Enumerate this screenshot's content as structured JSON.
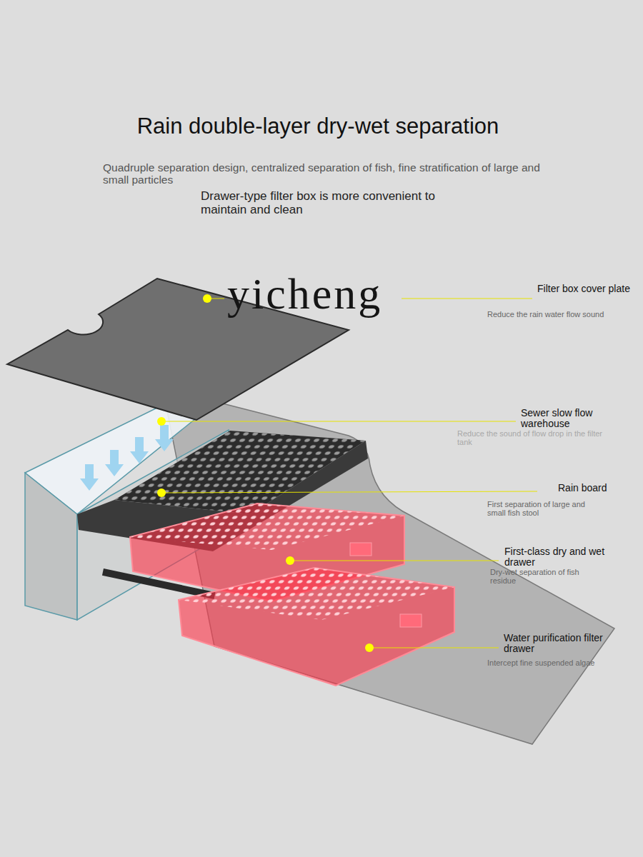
{
  "diagram": {
    "title": "Rain double-layer dry-wet separation",
    "labels": [
      "Quadruple separation design, centralized separation of fish, fine stratification of large and small particles",
      "Drawer-type filter box is more convenient to maintain and clean",
      "yicheng",
      "Filter box cover plate",
      "Reduce the rain water flow sound",
      "Sewer slow flow warehouse",
      "Reduce the sound of flow drop in the filter tank",
      "Rain board",
      "First separation of large and small fish stool",
      "First-class dry and wet drawer",
      "Dry-wet separation of fish residue",
      "Water purification filter drawer",
      "Intercept fine suspended algae"
    ]
  }
}
